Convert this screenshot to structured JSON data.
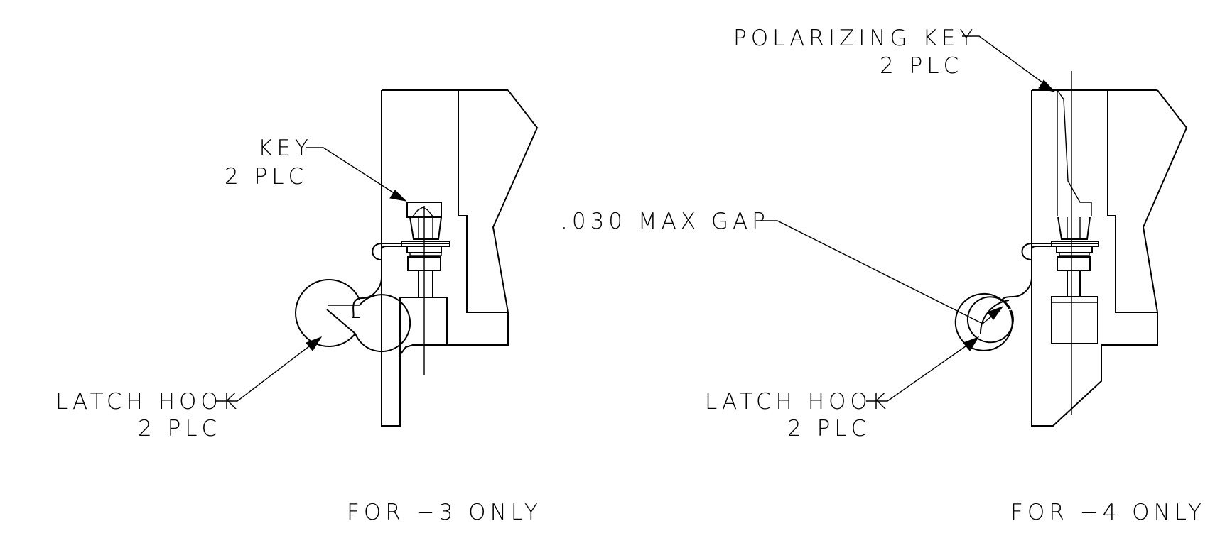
{
  "left_view": {
    "key_label": {
      "line1": "KEY",
      "line2": "2 PLC"
    },
    "latch_label": {
      "line1": "LATCH HOOK",
      "line2": "2 PLC"
    },
    "caption": "FOR −3 ONLY"
  },
  "right_view": {
    "polarizing_label": {
      "line1": "POLARIZING KEY",
      "line2": "2 PLC"
    },
    "gap_label": ".030 MAX GAP",
    "latch_label": {
      "line1": "LATCH HOOK",
      "line2": "2 PLC"
    },
    "caption": "FOR −4 ONLY"
  }
}
